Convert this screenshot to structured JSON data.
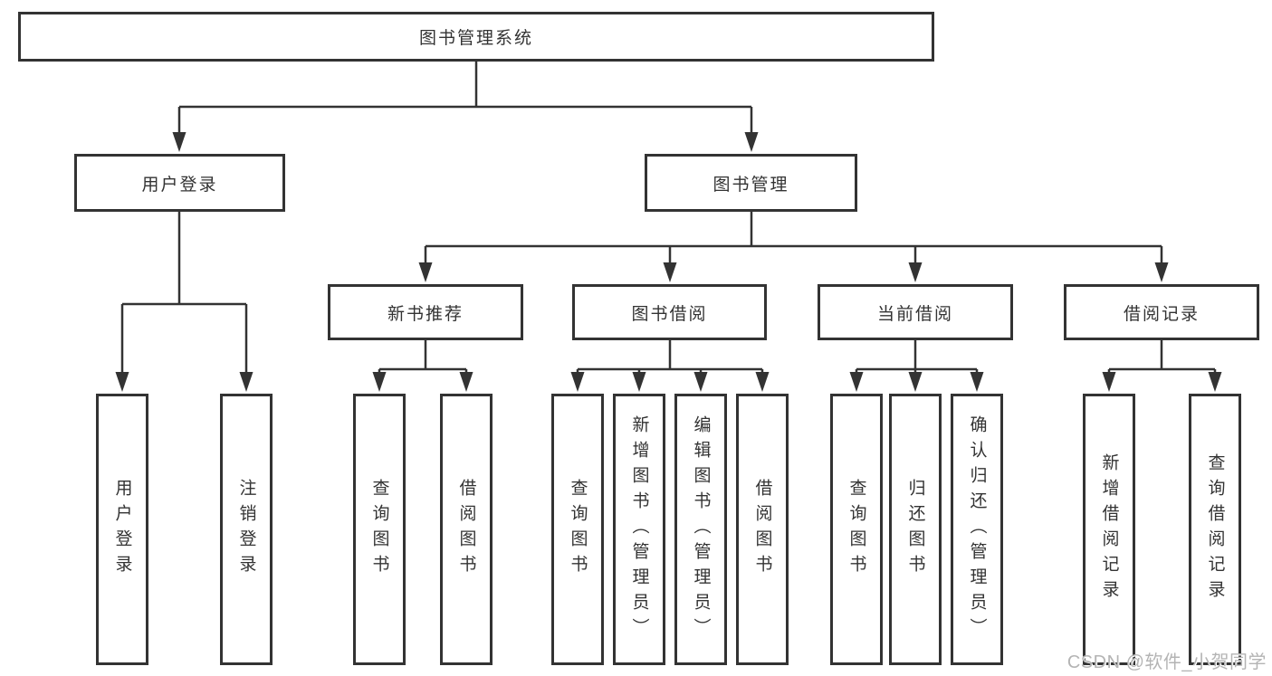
{
  "diagram": {
    "root": {
      "label": "图书管理系统"
    },
    "branches": [
      {
        "label": "用户登录",
        "children": [
          {
            "label": "用户登录"
          },
          {
            "label": "注销登录"
          }
        ]
      },
      {
        "label": "图书管理",
        "groups": [
          {
            "label": "新书推荐",
            "children": [
              {
                "label": "查询图书"
              },
              {
                "label": "借阅图书"
              }
            ]
          },
          {
            "label": "图书借阅",
            "children": [
              {
                "label": "查询图书"
              },
              {
                "label": "新增图书（管理员）"
              },
              {
                "label": "编辑图书（管理员）"
              },
              {
                "label": "借阅图书"
              }
            ]
          },
          {
            "label": "当前借阅",
            "children": [
              {
                "label": "查询图书"
              },
              {
                "label": "归还图书"
              },
              {
                "label": "确认归还（管理员）"
              }
            ]
          },
          {
            "label": "借阅记录",
            "children": [
              {
                "label": "新增借阅记录"
              },
              {
                "label": "查询借阅记录"
              }
            ]
          }
        ]
      }
    ]
  },
  "watermark": {
    "text": "CSDN @软件_小贺同学"
  },
  "colors": {
    "line": "#333333",
    "text": "#333333",
    "box_background": "#ffffff",
    "page_background": "#ffffff",
    "watermark": "#b4b4b4"
  }
}
